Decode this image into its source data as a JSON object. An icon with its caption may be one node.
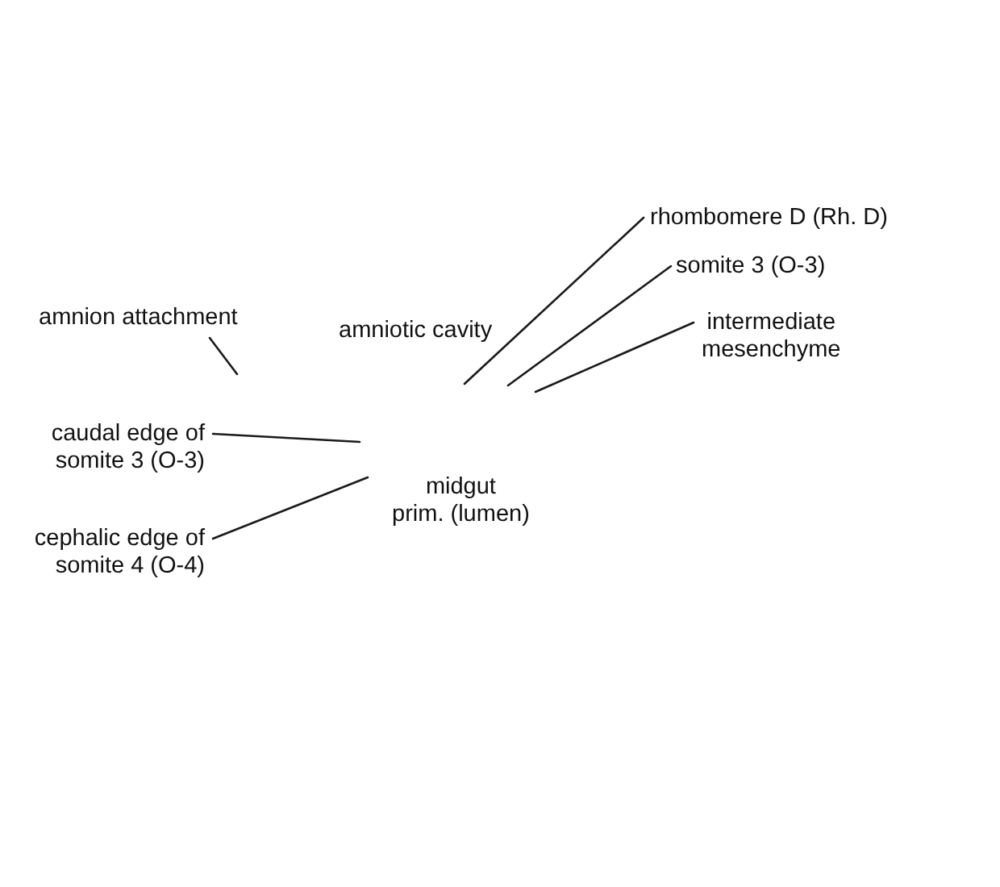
{
  "diagram": {
    "nodes": [
      {
        "text": [
          "rhombomere D (Rh. D)"
        ]
      },
      {
        "text": [
          "somite 3 (O-3)"
        ]
      },
      {
        "text": [
          "amnion attachment"
        ]
      },
      {
        "text": [
          "intermediate mesenchyme"
        ]
      },
      {
        "text": [
          "caudal edge of somite 3 (O-3)"
        ]
      },
      {
        "text": [
          "cephalic edge of somite 4 (O-4)"
        ]
      }
    ],
    "edges": [
      {
        "from": 0,
        "to": null,
        "arrow": "none"
      },
      {
        "from": 1,
        "to": null,
        "arrow": "none"
      },
      {
        "from": 2,
        "to": null,
        "arrow": "none"
      },
      {
        "from": 3,
        "to": null,
        "arrow": "none"
      },
      {
        "from": 4,
        "to": null,
        "arrow": "none"
      },
      {
        "from": 5,
        "to": null,
        "arrow": "none"
      }
    ],
    "labels": [
      "amniotic cavity",
      "midgut prim. (lumen)"
    ]
  }
}
